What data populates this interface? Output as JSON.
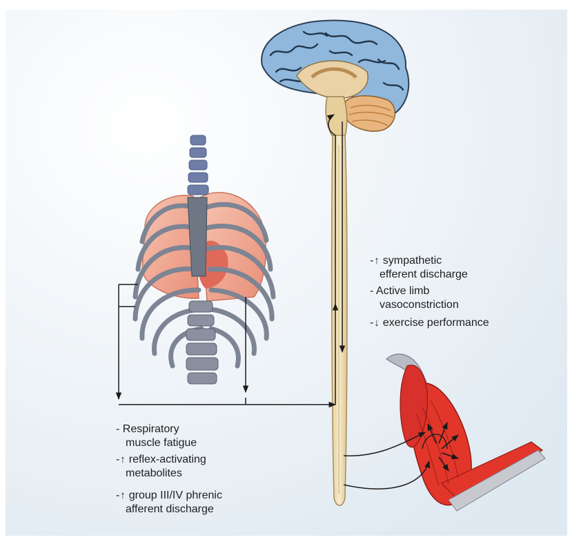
{
  "colors": {
    "panel_start": "#ffffff",
    "panel_end": "#dfe9f1",
    "brain_cortex": "#8fb8dc",
    "brain_inner": "#ead2a6",
    "cerebellum": "#e9b57e",
    "spinal_cord": "#eddcb3",
    "lung": "#f0a890",
    "rib": "#7d8494",
    "vertebra": "#6e7ea8",
    "muscle": "#e2362a",
    "pathway": "#1a1a1a"
  },
  "top_caption": "",
  "right_annotations": [
    {
      "prefix": "-",
      "arrow": "up-arrow",
      "lines": [
        "sympathetic",
        "efferent discharge"
      ]
    },
    {
      "prefix": "-",
      "arrow": "",
      "lines": [
        "Active limb",
        "vasoconstriction"
      ]
    },
    {
      "prefix": "-",
      "arrow": "down-arrow",
      "lines": [
        "exercise performance"
      ]
    }
  ],
  "left_annotations": [
    {
      "prefix": "-",
      "arrow": "",
      "lines": [
        "Respiratory",
        "muscle fatigue"
      ]
    },
    {
      "prefix": "-",
      "arrow": "up-arrow",
      "lines": [
        "reflex-activating",
        "metabolites"
      ]
    },
    {
      "prefix": "-",
      "arrow": "up-arrow",
      "lines": [
        "group III/IV phrenic",
        "afferent discharge"
      ]
    }
  ]
}
